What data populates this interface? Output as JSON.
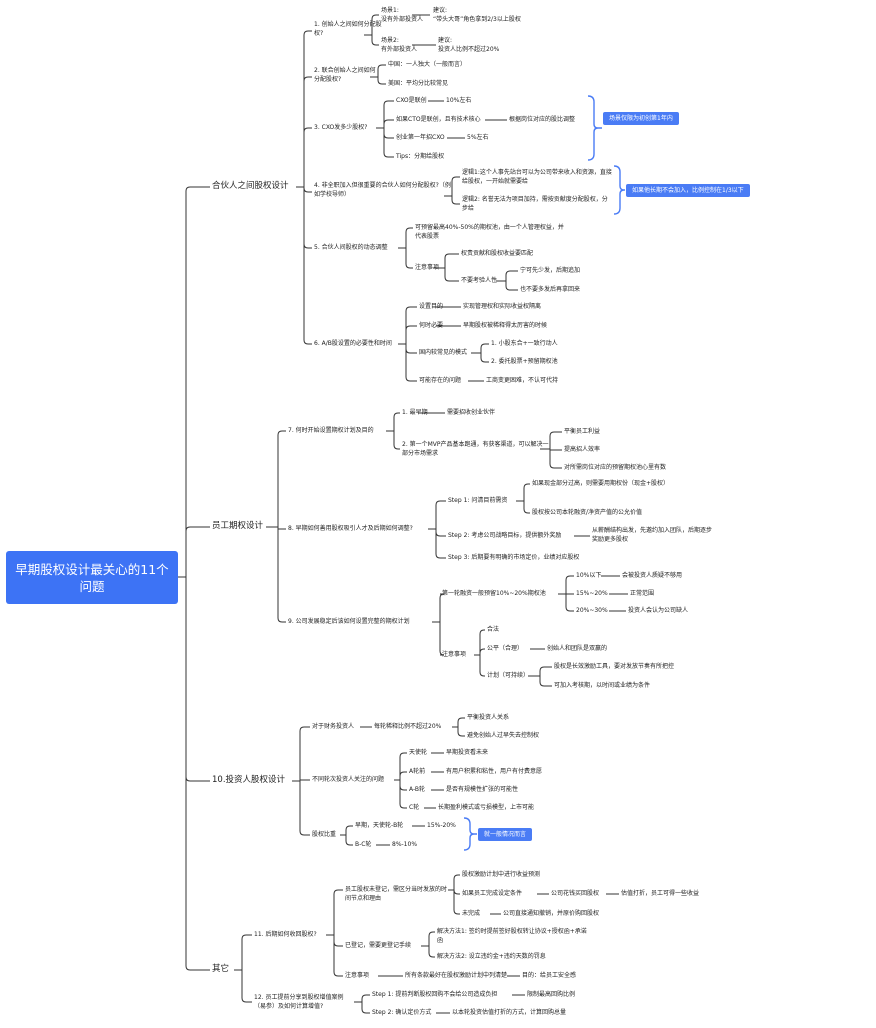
{
  "root": "早期股权设计最关心的11个问题",
  "cats": {
    "c1": "合伙人之间股权设计",
    "c2": "员工期权设计",
    "c3": "10.投资人股权设计",
    "c4": "其它"
  },
  "q": {
    "q1": "1. 创始人之间如何分配股权?",
    "q2": "2. 联合创始人之间如何分配股权?",
    "q3": "3. CXO发多少股权?",
    "q4": "4. 非全职加入但很重要的合伙人如何分配股权?（例如学校导师）",
    "q5": "5. 合伙人间股权的动态调整",
    "q6": "6. A/B股设置的必要性和时间",
    "q7": "7. 何时开始设置期权计划及目的",
    "q8": "8. 早期如何善用股权吸引人才及后期如何调整?",
    "q9": "9. 公司发展稳定后该如何设置完整的期权计划",
    "q11": "11. 后期如何收回股权?",
    "q12": "12. 员工提前分享到股权增值案例（易参）及如何计算增值?"
  },
  "t": {
    "s1": "场景1:\n没有外部投资人",
    "j1": "建议:\n“带头大哥”角色拿到2/3以上股权",
    "s2": "场景2:\n有外部投资人",
    "j2": "建议:\n投资人比例不超过20%",
    "cn": "中国：一人独大（一般而言）",
    "us": "美国：平均分比较常见",
    "cxo1": "CXO是联创",
    "cxo1v": "10%左右",
    "cto": "如果CTO是联创，且有技术核心",
    "ctov": "根据岗位对应的股比调整",
    "cxo2": "创业第一年招CXO",
    "cxo2v": "5%左右",
    "tips": "Tips：分期给股权",
    "tag3": "场景仅限为初创第1年内",
    "l1": "逻辑1:这个人事先站台可以为公司带来收入和资源，直接给股权，一开始就需要给",
    "l2": "逻辑2: 名誉无法为项目加持，需按贡献度分配股权，分步给",
    "tag4": "如果他长期不会加入，比例控制在1/3以下",
    "d1": "可预留最高40%-50%的期权池，由一个人管理权益，并代表股票",
    "d2": "注意事项",
    "d3": "权责贡献和股权收益要匹配",
    "d4": "不要考验人性",
    "d5": "宁可先少发，后期追加",
    "d6": "也不要多发后再拿回来",
    "ab1": "设置目的",
    "ab1v": "实现管理权和实际收益权隔离",
    "ab2": "何时必要",
    "ab2v": "早期股权被稀释得太厉害的时候",
    "ab3": "国内较常见的模式",
    "ab3a": "1. 小股东合+一致行动人",
    "ab3b": "2. 委托股票+预留期权池",
    "ab4": "可能存在的问题",
    "ab4v": "工商变更困难，不认可代持",
    "e1": "1. 最早期",
    "e1v": "需要招收创业伙伴",
    "e2": "2. 第一个MVP产品基本跑通，有获客渠道，可以解决一部分市场需求",
    "e2a": "平衡员工利益",
    "e2b": "提高招人效率",
    "e2c": "对所需岗位对应的预留期权池心里有数",
    "st1": "Step 1: 问清目前需资",
    "st1a": "如果现金部分过高，则需要用期权份（现金+股权）",
    "st1b": "股权按公司本轮融资/净资产值的公允价值",
    "st2": "Step 2: 考虑公司战略目标，提供额外奖励",
    "st2v": "从薪酬结构出发，先邀约加入团队，后期逐步奖励更多股权",
    "st3": "Step 3: 后期要有明确的市场定价，业绩对应股权",
    "p1": "第一轮融资一般预留10%~20%期权池",
    "p1a": "10%以下",
    "p1av": "会被投资人质疑不够用",
    "p1b": "15%~20%",
    "p1bv": "正常范围",
    "p1c": "20%~30%",
    "p1cv": "投资人会认为公司缺人",
    "p2": "注意事项",
    "p2a": "合法",
    "p2b": "公平（合理）",
    "p2bv": "创始人和团队是双赢的",
    "p2c": "计划（可持续）",
    "p2c1": "股权是长效激励工具，要对发放节奏有所把控",
    "p2c2": "可加入考核期，以时间或业绩为条件",
    "i1": "对于财务投资人",
    "i1v": "每轮稀释比例不超过20%",
    "i1a": "平衡投资人关系",
    "i1b": "避免创始人过早失去控制权",
    "i2": "不同轮次投资人关注的问题",
    "i2a": "天使轮",
    "i2av": "早期投资看未来",
    "i2b": "A轮前",
    "i2bv": "有用户积累和粘性，用户有付费意愿",
    "i2c": "A-B轮",
    "i2cv": "是否有规模性扩张的可能性",
    "i2d": "C轮",
    "i2dv": "长期盈利模式或亏损模型，上市可能",
    "i3": "股权比重",
    "i3a": "早期，天使轮-B轮",
    "i3av": "15%-20%",
    "i3b": "B-C轮",
    "i3bv": "8%-10%",
    "tag10": "就一般情况而言",
    "r1": "员工股权未登记，需区分当时发放的时间节点和理由",
    "r1a": "股权激励计划中进行收益预测",
    "r1b": "如果员工完成设定条件",
    "r1bv": "公司花钱买回股权",
    "r1bw": "估值打折，员工可得一些收益",
    "r1c": "未完成",
    "r1cv": "公司直接通知撤销，并原价购回股权",
    "r2": "已登记，需要更登记手续",
    "r2a": "解决方法1: 签约时提前签好股权转让协议+授权函+承诺函",
    "r2b": "解决方法2: 设立违约金+违约天数的罚息",
    "r3": "注意事项",
    "r3v": "所有条款最好在股权激励计划中列清楚",
    "r3w": "目的：给员工安全感",
    "w1": "Step 1: 提前判断股权回购不会给公司造成负担",
    "w1v": "限制最高回购比例",
    "w2": "Step 2: 确认定价方式",
    "w2v": "以本轮投资估值打折的方式，计算回购总量"
  }
}
